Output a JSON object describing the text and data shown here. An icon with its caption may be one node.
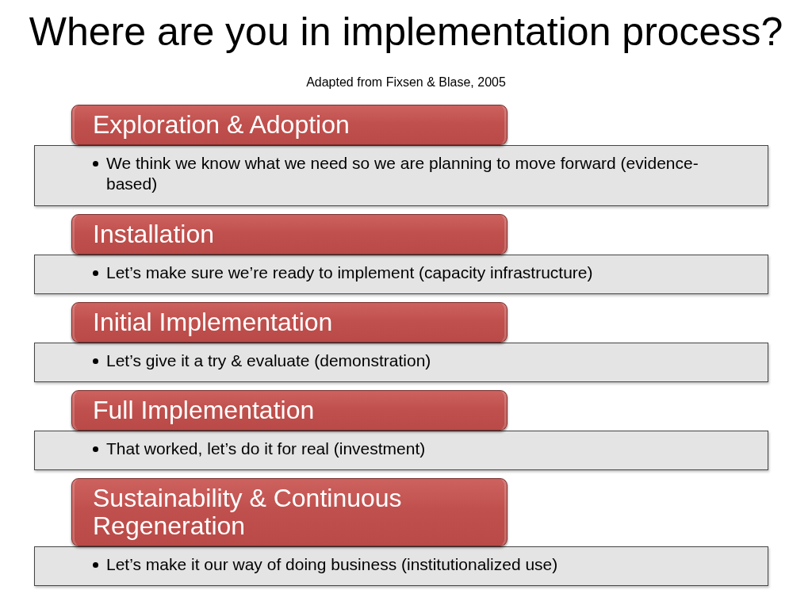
{
  "diagram": {
    "title": "Where are you in implementation process?",
    "caption": "Adapted from Fixsen & Blase, 2005",
    "nodes": [
      {
        "text": [
          "Exploration & Adoption"
        ]
      },
      {
        "text": [
          "We think we know what we need so we are planning to move forward (evidence-based)"
        ]
      },
      {
        "text": [
          "Installation"
        ]
      },
      {
        "text": [
          "Let’s make sure we’re ready to implement (capacity infrastructure)"
        ]
      },
      {
        "text": [
          "Initial Implementation"
        ]
      },
      {
        "text": [
          "Let’s give it a try & evaluate (demonstration)"
        ]
      },
      {
        "text": [
          "Full Implementation"
        ]
      },
      {
        "text": [
          "That worked, let’s do it for real (investment)"
        ]
      },
      {
        "text": [
          "Sustainability & Continuous Regeneration"
        ]
      },
      {
        "text": [
          "Let’s make it our way of doing business (institutionalized use)"
        ]
      }
    ]
  }
}
